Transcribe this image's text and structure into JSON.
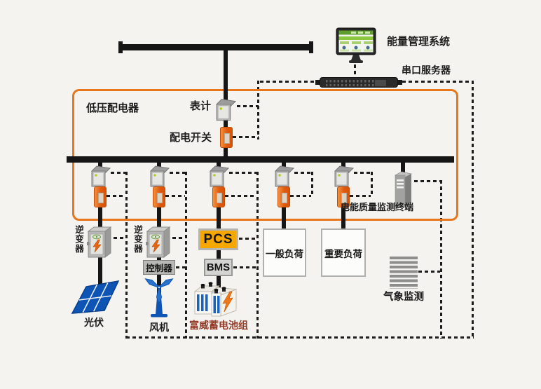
{
  "labels": {
    "ems": "能量管理系统",
    "serial_server": "串口服务器",
    "lv_distribution": "低压配电器",
    "meter": "表计",
    "dist_switch": "配电开关",
    "pq_terminal": "电能质量监测终端",
    "inverter_pv": "逆变器",
    "inverter_wind": "逆变器",
    "controller": "控制器",
    "pcs": "PCS",
    "bms": "BMS",
    "general_load": "一般负荷",
    "important_load": "重要负荷",
    "pv": "光伏",
    "wind": "风机",
    "battery_group": "富威蓄电池组",
    "weather": "气象监测"
  },
  "colors": {
    "accent_orange": "#e8761b",
    "switch_orange": "#e0580e",
    "pcs_yellow": "#f6a800",
    "device_blue": "#0d54b4",
    "battery_label_red": "#943a26",
    "line_black": "#161616"
  }
}
